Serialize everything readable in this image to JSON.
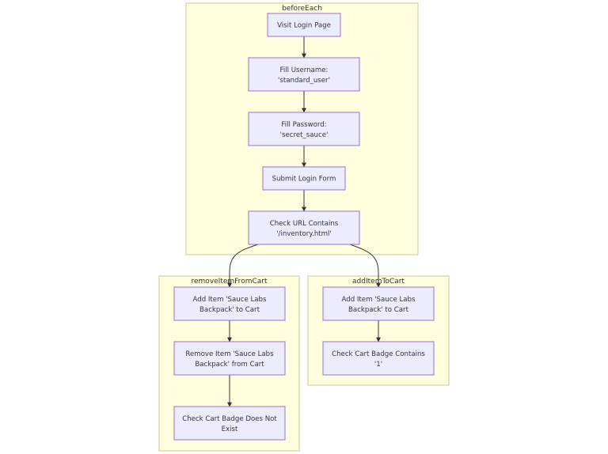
{
  "clusters": {
    "before_each": {
      "title": "beforeEach"
    },
    "remove_item": {
      "title": "removeItemFromCart"
    },
    "add_item": {
      "title": "addItemToCart"
    }
  },
  "nodes": {
    "visit_login": {
      "lines": [
        "Visit Login Page"
      ]
    },
    "fill_username": {
      "lines": [
        "Fill Username:",
        "'standard_user'"
      ]
    },
    "fill_password": {
      "lines": [
        "Fill Password:",
        "'secret_sauce'"
      ]
    },
    "submit_login": {
      "lines": [
        "Submit Login Form"
      ]
    },
    "check_url": {
      "lines": [
        "Check URL Contains",
        "'/inventory.html'"
      ]
    },
    "remove_add_item": {
      "lines": [
        "Add Item 'Sauce Labs",
        "Backpack' to Cart"
      ]
    },
    "remove_remove_item": {
      "lines": [
        "Remove Item 'Sauce Labs",
        "Backpack' from Cart"
      ]
    },
    "remove_check_badge": {
      "lines": [
        "Check Cart Badge Does Not",
        "Exist"
      ]
    },
    "add_add_item": {
      "lines": [
        "Add Item 'Sauce Labs",
        "Backpack' to Cart"
      ]
    },
    "add_check_badge": {
      "lines": [
        "Check Cart Badge Contains",
        "'1'"
      ]
    }
  },
  "colors": {
    "cluster_fill": "#ffffde",
    "cluster_stroke": "#c9c995",
    "node_fill": "#ececff",
    "node_stroke": "#9370db",
    "edge": "#333333",
    "text": "#333333"
  }
}
